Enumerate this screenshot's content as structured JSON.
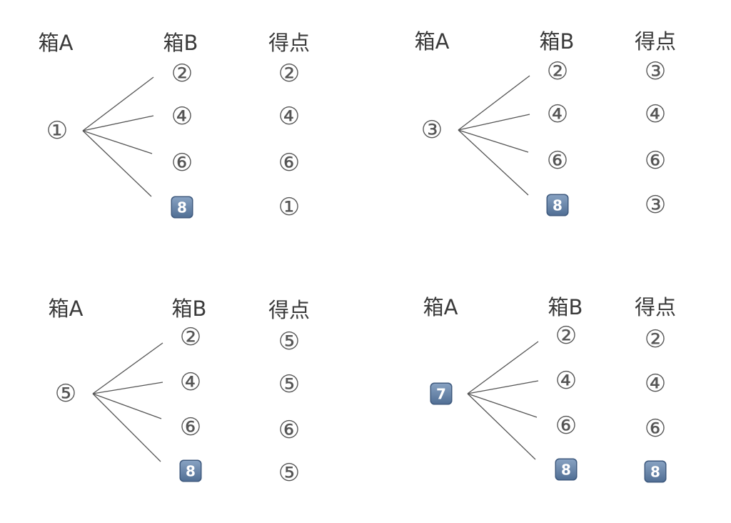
{
  "headers": {
    "box_a": "箱A",
    "box_b": "箱B",
    "score": "得点"
  },
  "trees": [
    {
      "box_a": {
        "text": "①",
        "kind": "circle"
      },
      "box_b": [
        {
          "text": "②",
          "kind": "circle"
        },
        {
          "text": "④",
          "kind": "circle"
        },
        {
          "text": "⑥",
          "kind": "circle"
        },
        {
          "text": "8",
          "kind": "keycap"
        }
      ],
      "scores": [
        {
          "text": "②",
          "kind": "circle"
        },
        {
          "text": "④",
          "kind": "circle"
        },
        {
          "text": "⑥",
          "kind": "circle"
        },
        {
          "text": "①",
          "kind": "circle"
        }
      ]
    },
    {
      "box_a": {
        "text": "③",
        "kind": "circle"
      },
      "box_b": [
        {
          "text": "②",
          "kind": "circle"
        },
        {
          "text": "④",
          "kind": "circle"
        },
        {
          "text": "⑥",
          "kind": "circle"
        },
        {
          "text": "8",
          "kind": "keycap"
        }
      ],
      "scores": [
        {
          "text": "③",
          "kind": "circle"
        },
        {
          "text": "④",
          "kind": "circle"
        },
        {
          "text": "⑥",
          "kind": "circle"
        },
        {
          "text": "③",
          "kind": "circle"
        }
      ]
    },
    {
      "box_a": {
        "text": "⑤",
        "kind": "circle"
      },
      "box_b": [
        {
          "text": "②",
          "kind": "circle"
        },
        {
          "text": "④",
          "kind": "circle"
        },
        {
          "text": "⑥",
          "kind": "circle"
        },
        {
          "text": "8",
          "kind": "keycap"
        }
      ],
      "scores": [
        {
          "text": "⑤",
          "kind": "circle"
        },
        {
          "text": "⑤",
          "kind": "circle"
        },
        {
          "text": "⑥",
          "kind": "circle"
        },
        {
          "text": "⑤",
          "kind": "circle"
        }
      ]
    },
    {
      "box_a": {
        "text": "7",
        "kind": "keycap"
      },
      "box_b": [
        {
          "text": "②",
          "kind": "circle"
        },
        {
          "text": "④",
          "kind": "circle"
        },
        {
          "text": "⑥",
          "kind": "circle"
        },
        {
          "text": "8",
          "kind": "keycap"
        }
      ],
      "scores": [
        {
          "text": "②",
          "kind": "circle"
        },
        {
          "text": "④",
          "kind": "circle"
        },
        {
          "text": "⑥",
          "kind": "circle"
        },
        {
          "text": "8",
          "kind": "keycap"
        }
      ]
    }
  ]
}
